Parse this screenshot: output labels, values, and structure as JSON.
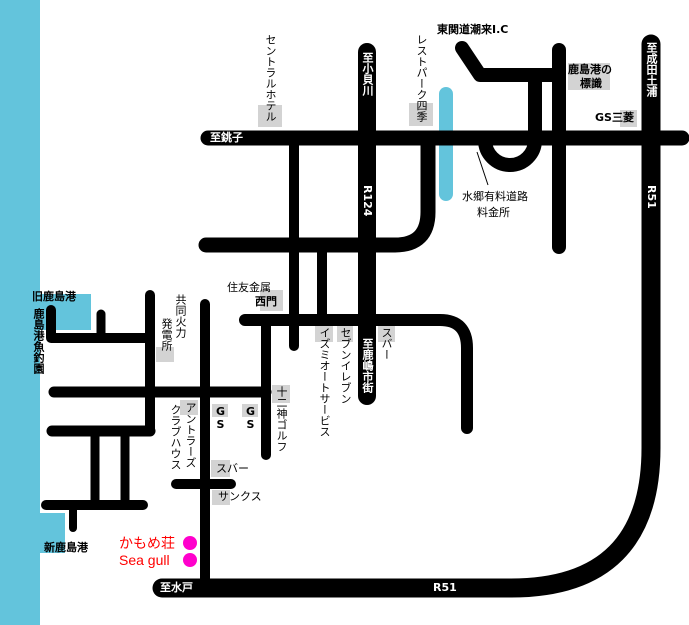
{
  "colors": {
    "sea": "#63c4dc",
    "road": "#000000",
    "label_box": "#d3d3d3",
    "hotel_text": "#ff0000",
    "hotel_marker": "#ff00cc"
  },
  "roads": {
    "to_choshi": "至銚子",
    "to_kogaigawa": "至小貝川",
    "r124": "R124",
    "to_kashima_city": "至鹿嶋市街",
    "to_narita_tsuchiura": "至成田土浦",
    "r51_east": "R51",
    "r51_south": "R51",
    "to_mito": "至水戸"
  },
  "landmarks": {
    "central_hotel": "セントラルホテル",
    "rest_park_shiki": "レストパーク四季",
    "higashikanto_itako_ic": "東関道潮来I.C",
    "kashima_port_sign_1": "鹿島港の",
    "kashima_port_sign_2": "標識",
    "gs_mitsubishi": "GS三菱",
    "suigo_toll_1": "水郷有料道路",
    "suigo_toll_2": "料金所",
    "sumitomo_1": "住友金属",
    "sumitomo_2": "西門",
    "old_kashima_port": "旧鹿島港",
    "fishing_park": "鹿島港魚釣園",
    "kyodo_karyoku": "共同火力",
    "power_plant": "発電所",
    "antlers": "アントラーズ",
    "clubhouse": "クラブハウス",
    "gs1": "GS",
    "gs2": "GS",
    "juni_golf": "十二神ゴルフ",
    "izumi_auto": "イズミオートサービス",
    "seven_eleven": "セブンイレブン",
    "subaru_east": "スバー",
    "subaru_west": "スバー",
    "sunkus": "サンクス",
    "new_kashima_port": "新鹿島港"
  },
  "hotel": {
    "name_ja": "かもめ荘",
    "name_en": "Sea gull"
  }
}
